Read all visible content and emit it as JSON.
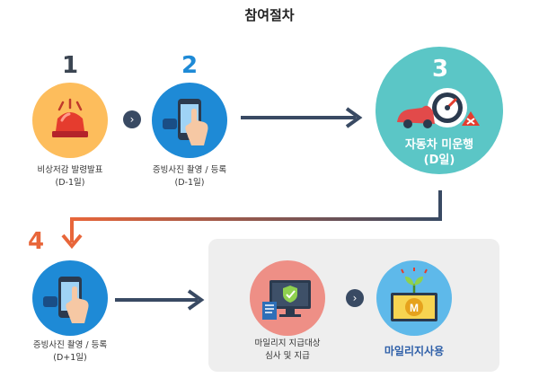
{
  "title": "참여절차",
  "steps": [
    {
      "num": "1",
      "label_line1": "비상저감 발령발표",
      "label_line2": "(D-1일)"
    },
    {
      "num": "2",
      "label_line1": "증빙사진 촬영 / 등록",
      "label_line2": "(D-1일)"
    },
    {
      "num": "3",
      "label_line1": "자동차 미운행",
      "label_line2": "(D일)"
    },
    {
      "num": "4",
      "label_line1": "증빙사진 촬영 / 등록",
      "label_line2": "(D+1일)"
    }
  ],
  "review": {
    "label_line1": "마일리지 지급대상",
    "label_line2": "심사 및 지급"
  },
  "mileage_use": "마일리지사용",
  "chevron": "›",
  "colors": {
    "step1_circle": "#fdbd5c",
    "step2_circle": "#1e8ad6",
    "step3_circle": "#5bc6c6",
    "step4_circle": "#1e8ad6",
    "review_circle": "#ee8f86",
    "mileage_circle": "#5eb9ea",
    "arrow_dark": "#394a63",
    "arrow_orange": "#e8663a",
    "num_dark": "#3b4552",
    "num_blue": "#1e8ad6",
    "num_white": "#ffffff",
    "num_orange": "#e8663a"
  }
}
